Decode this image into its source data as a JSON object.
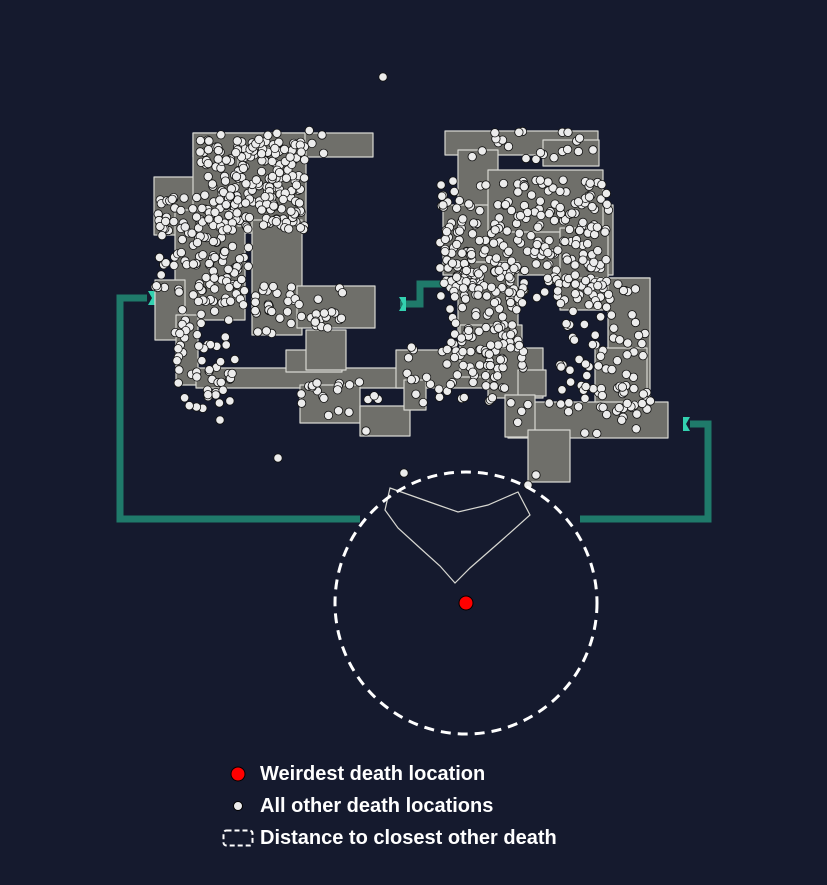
{
  "colors": {
    "background": "#151a2e",
    "map_fill": "#6f6f6a",
    "map_edge": "#d8d8d2",
    "teleporter": "#1f7a6a",
    "teleporter_marker": "#33d1b0",
    "other_death": "#ececec",
    "weirdest_death": "#ff0000",
    "circle": "#ffffff"
  },
  "legend": {
    "weirdest": "Weirdest death location",
    "others": "All other death locations",
    "distance": "Distance to closest other death"
  }
}
